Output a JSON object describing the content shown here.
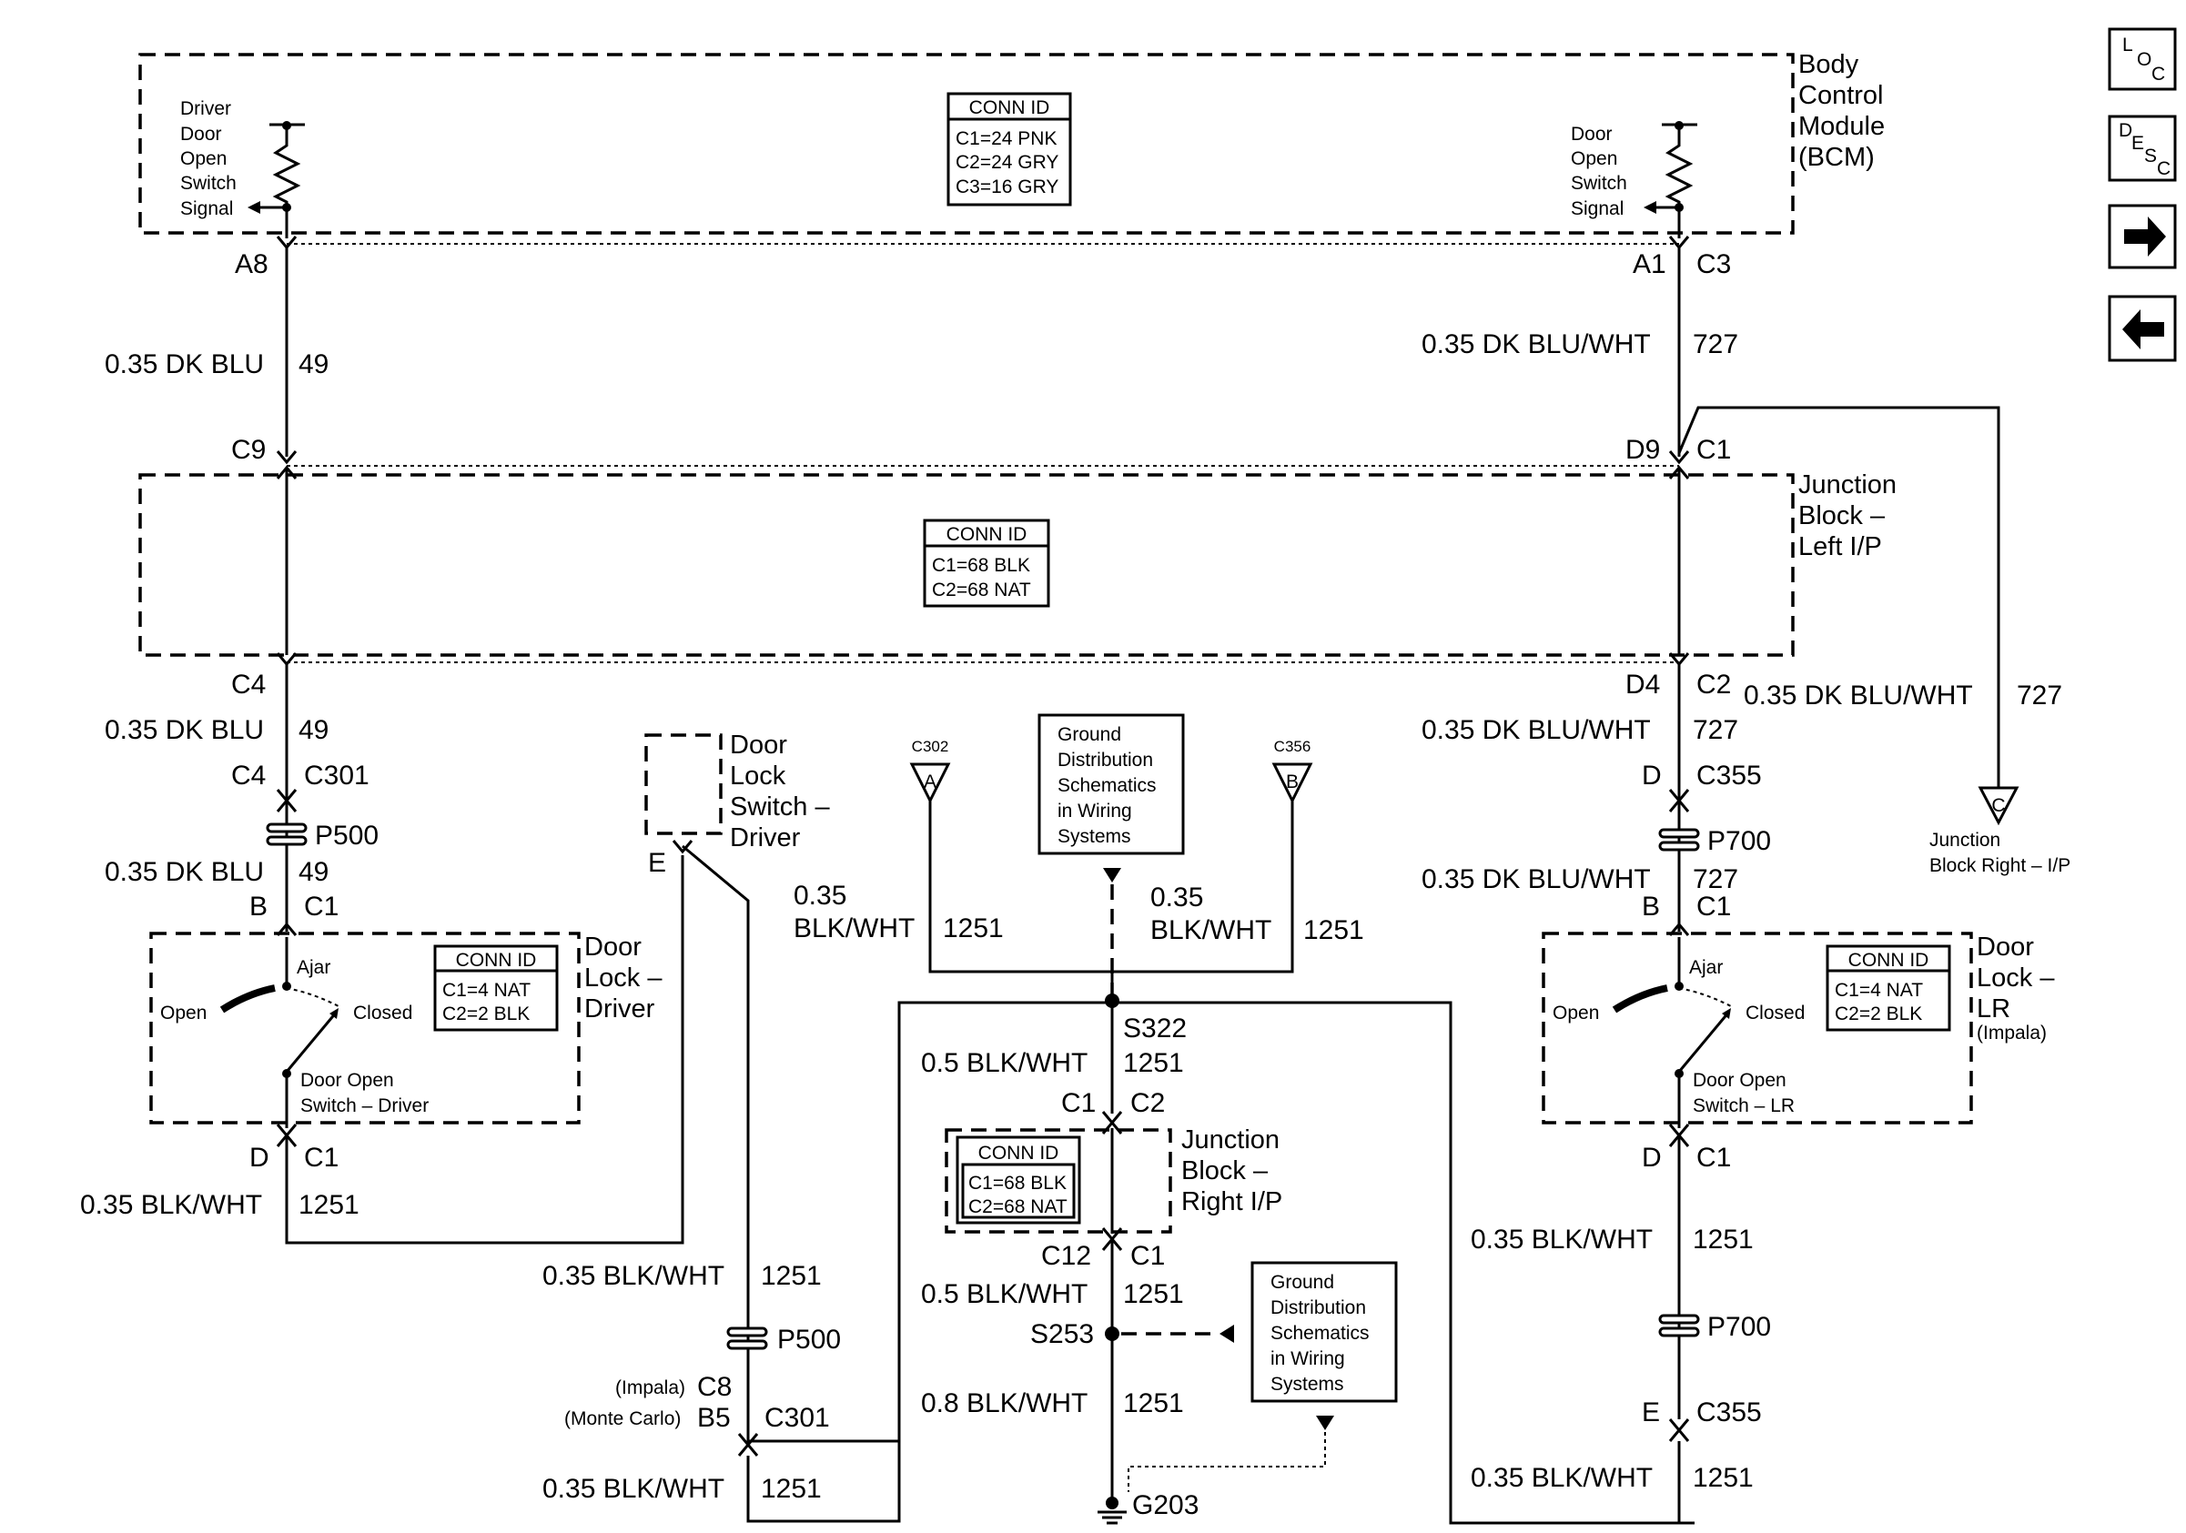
{
  "nav": {
    "loc_letters": [
      "L",
      "O",
      "C"
    ],
    "desc_letters": [
      "D",
      "E",
      "S",
      "C"
    ]
  },
  "bcm": {
    "title": [
      "Body",
      "Control",
      "Module",
      "(BCM)"
    ],
    "conn_id": {
      "head": "CONN ID",
      "lines": [
        "C1=24 PNK",
        "C2=24 GRY",
        "C3=16 GRY"
      ]
    },
    "left_signal": [
      "Driver",
      "Door",
      "Open",
      "Switch",
      "Signal"
    ],
    "right_signal": [
      "Door",
      "Open",
      "Switch",
      "Signal"
    ]
  },
  "jb_left": {
    "title": [
      "Junction",
      "Block –",
      "Left I/P"
    ],
    "conn_id": {
      "head": "CONN ID",
      "lines": [
        "C1=68 BLK",
        "C2=68 NAT"
      ]
    }
  },
  "jb_right": {
    "title": [
      "Junction",
      "Block –",
      "Right I/P"
    ],
    "conn_id": {
      "head": "CONN ID",
      "lines": [
        "C1=68 BLK",
        "C2=68 NAT"
      ]
    }
  },
  "door_lock_driver": {
    "title": [
      "Door",
      "Lock –",
      "Driver"
    ],
    "conn_id": {
      "head": "CONN ID",
      "lines": [
        "C1=4 NAT",
        "C2=2 BLK"
      ]
    },
    "ajar": "Ajar",
    "open": "Open",
    "closed": "Closed",
    "switch": [
      "Door Open",
      "Switch – Driver"
    ]
  },
  "door_lock_lr": {
    "title": [
      "Door",
      "Lock –",
      "LR"
    ],
    "sub": "(Impala)",
    "conn_id": {
      "head": "CONN ID",
      "lines": [
        "C1=4 NAT",
        "C2=2 BLK"
      ]
    },
    "ajar": "Ajar",
    "open": "Open",
    "closed": "Closed",
    "switch": [
      "Door Open",
      "Switch – LR"
    ]
  },
  "lock_switch": {
    "title": [
      "Door",
      "Lock",
      "Switch –",
      "Driver"
    ],
    "pin": "E"
  },
  "ground_note_1": [
    "Ground",
    "Distribution",
    "Schematics",
    "in Wiring",
    "Systems"
  ],
  "ground_note_2": [
    "Ground",
    "Distribution",
    "Schematics",
    "in Wiring",
    "Systems"
  ],
  "offpage": {
    "a_conn": "C302",
    "a_letter": "A",
    "b_conn": "C356",
    "b_letter": "B",
    "c_letter": "C",
    "c_label": [
      "Junction",
      "Block Right – I/P"
    ]
  },
  "labels": {
    "A8": "A8",
    "A1": "A1",
    "C3": "C3",
    "w49_1": "0.35 DK BLU",
    "c49_1": "49",
    "w727_1": "0.35 DK BLU/WHT",
    "c727_1": "727",
    "C9": "C9",
    "D9": "D9",
    "C1a": "C1",
    "C4": "C4",
    "D4": "D4",
    "C2a": "C2",
    "w727_c": "0.35 DK BLU/WHT",
    "c727_c": "727",
    "w49_2": "0.35 DK BLU",
    "c49_2": "49",
    "w727_2": "0.35 DK BLU/WHT",
    "c727_2": "727",
    "C4b": "C4",
    "C301a": "C301",
    "Da": "D",
    "C355a": "C355",
    "P500a": "P500",
    "P700a": "P700",
    "w49_3": "0.35 DK BLU",
    "c49_3": "49",
    "w727_3": "0.35 DK BLU/WHT",
    "c727_3": "727",
    "Ba": "B",
    "C1b": "C1",
    "Bb": "B",
    "C1c": "C1",
    "w1251_a1": "0.35",
    "w1251_a2": "BLK/WHT",
    "c1251_a": "1251",
    "w1251_b1": "0.35",
    "w1251_b2": "BLK/WHT",
    "c1251_b": "1251",
    "S322": "S322",
    "w1251_s1": "0.5 BLK/WHT",
    "c1251_s1": "1251",
    "C1d": "C1",
    "C2d": "C2",
    "C12": "C12",
    "C1e": "C1",
    "w1251_s2": "0.5 BLK/WHT",
    "c1251_s2": "1251",
    "S253": "S253",
    "w1251_s3": "0.8 BLK/WHT",
    "c1251_s3": "1251",
    "G203": "G203",
    "Dd": "D",
    "C1f": "C1",
    "w1251_d": "0.35 BLK/WHT",
    "c1251_d": "1251",
    "De": "D",
    "C1g": "C1",
    "w1251_lr": "0.35 BLK/WHT",
    "c1251_lr": "1251",
    "P700b": "P700",
    "Ee": "E",
    "C355b": "C355",
    "w1251_lr2": "0.35 BLK/WHT",
    "c1251_lr2": "1251",
    "w1251_m1": "0.35 BLK/WHT",
    "c1251_m1": "1251",
    "P500b": "P500",
    "impala": "(Impala)",
    "C8": "C8",
    "monte": "(Monte Carlo)",
    "B5": "B5",
    "C301b": "C301",
    "w1251_m2": "0.35 BLK/WHT",
    "c1251_m2": "1251"
  }
}
